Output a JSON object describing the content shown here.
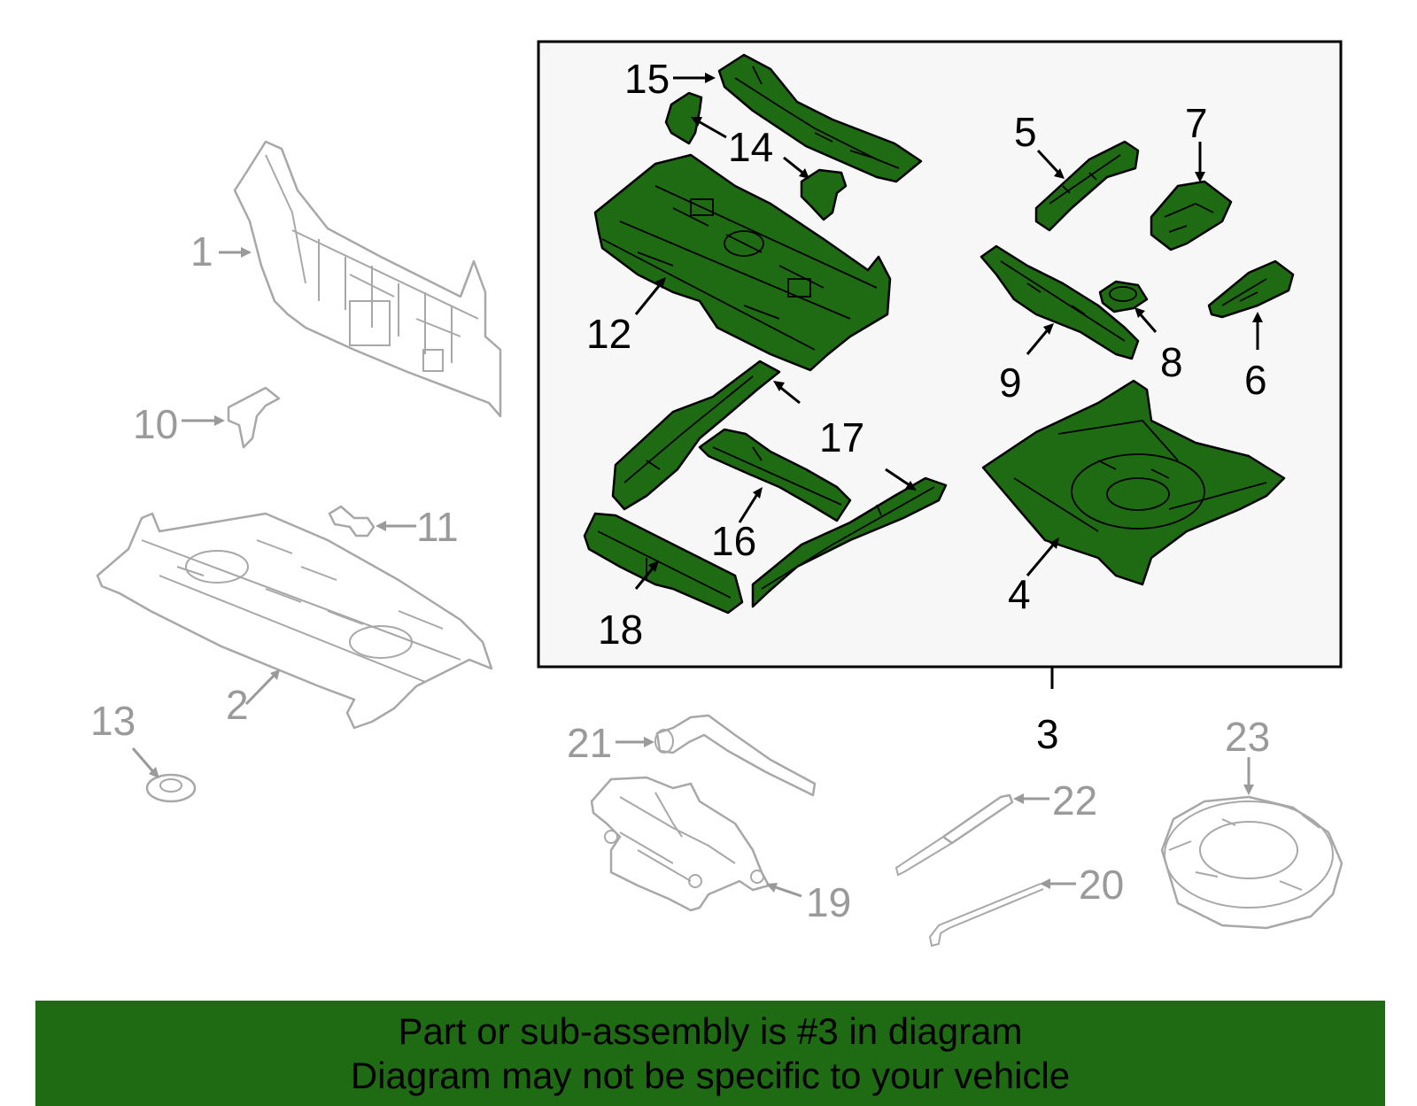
{
  "callouts": {
    "c1": "1",
    "c2": "2",
    "c3": "3",
    "c4": "4",
    "c5": "5",
    "c6": "6",
    "c7": "7",
    "c8": "8",
    "c9": "9",
    "c10": "10",
    "c11": "11",
    "c12": "12",
    "c13": "13",
    "c14": "14",
    "c15": "15",
    "c16": "16",
    "c17": "17",
    "c18": "18",
    "c19": "19",
    "c20": "20",
    "c21": "21",
    "c22": "22",
    "c23": "23"
  },
  "banner": {
    "line1": "Part or sub-assembly is #3 in diagram",
    "line2": "Diagram may not be specific to your vehicle"
  },
  "colors": {
    "highlight": "#1e6b14",
    "ghost": "#a8a8a8",
    "group_box_bg": "#f7f7f7"
  }
}
